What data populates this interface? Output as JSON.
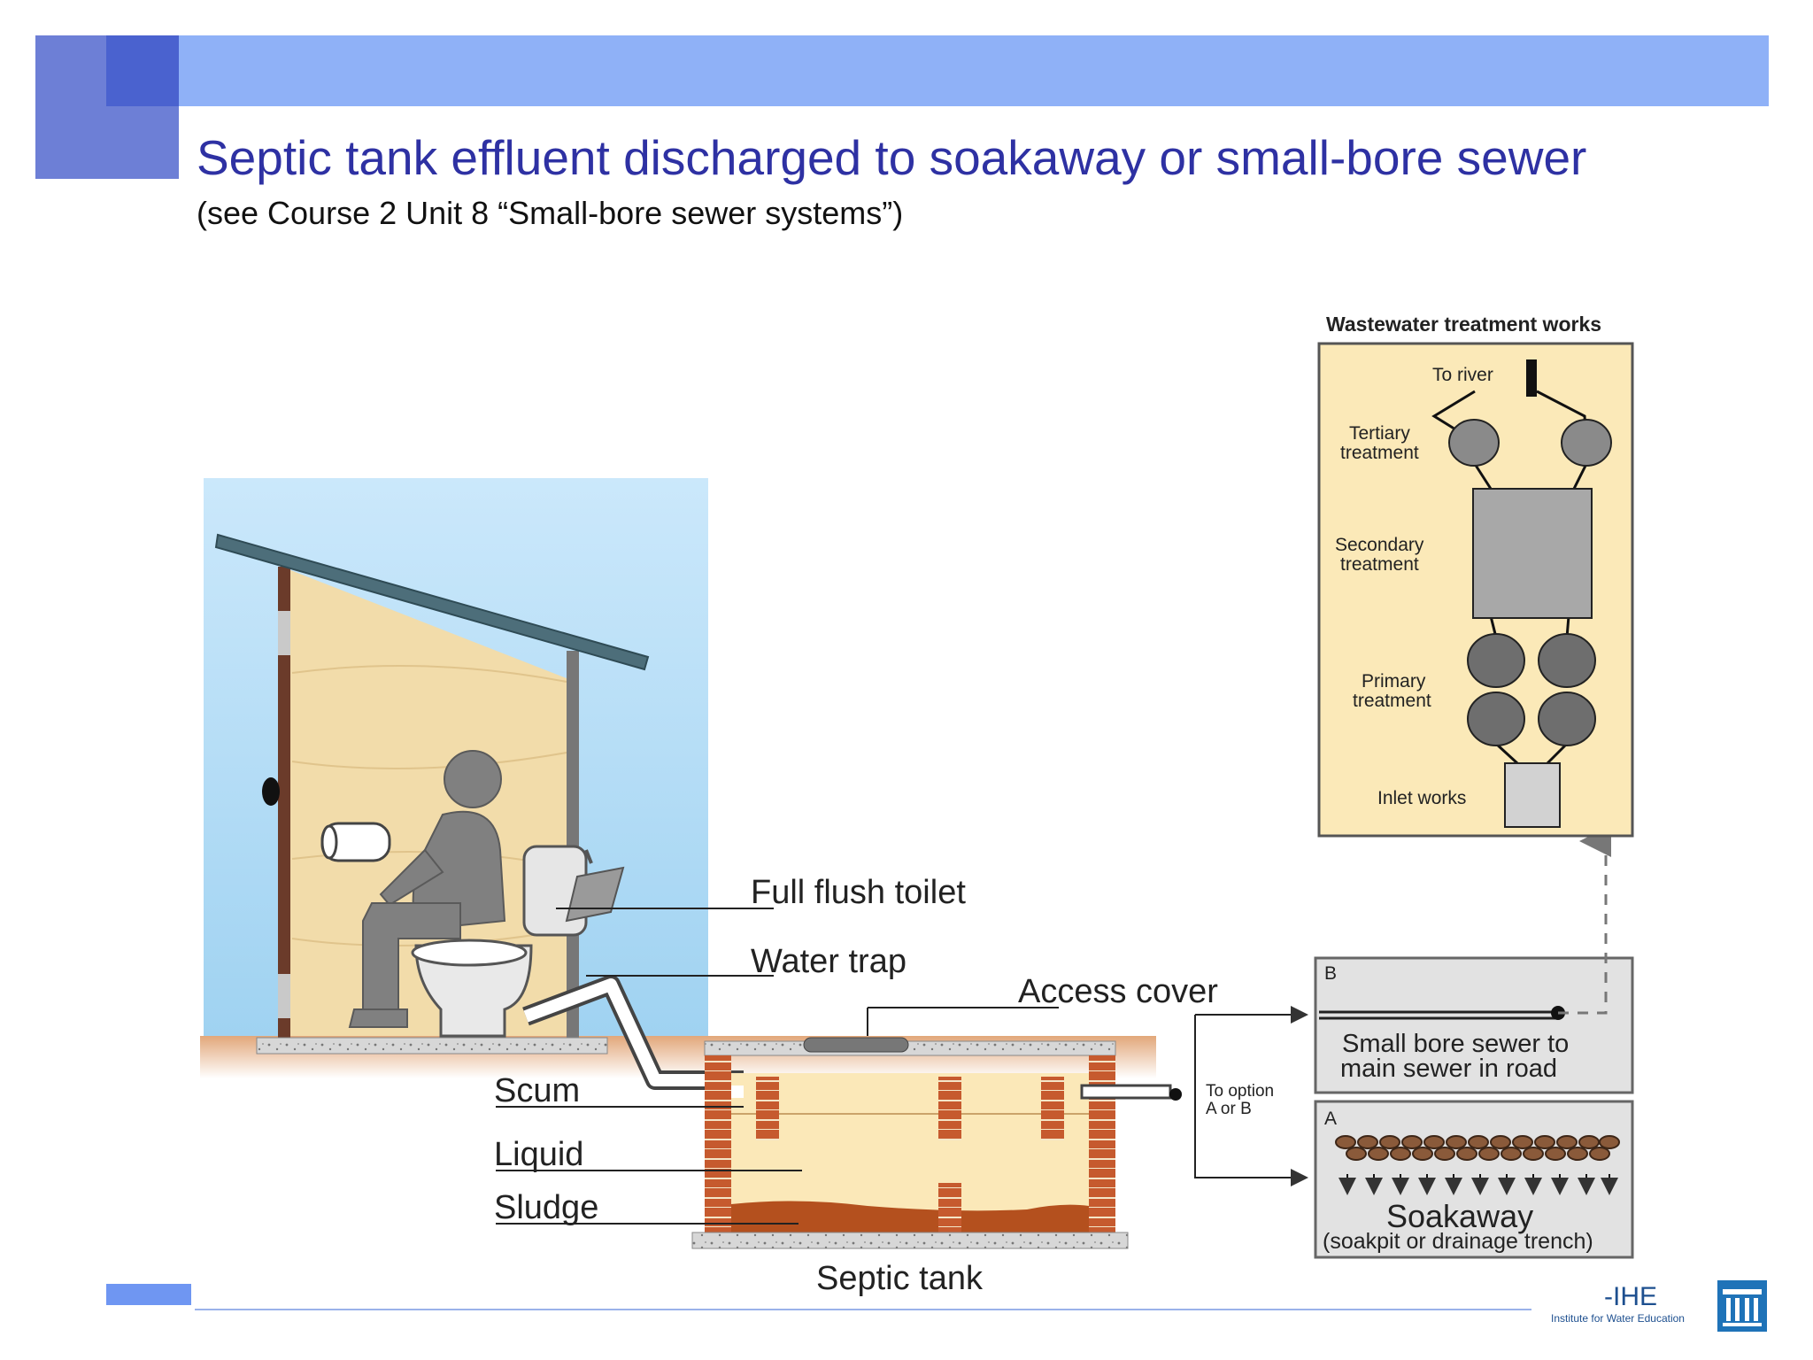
{
  "slide": {
    "title": "Septic tank effluent discharged to soakaway or small-bore sewer",
    "subtitle": "(see Course 2 Unit 8 “Small-bore sewer systems”)"
  },
  "diagram": {
    "labels": {
      "toilet": "Full flush toilet",
      "trap": "Water trap",
      "access": "Access cover",
      "scum": "Scum",
      "liquid": "Liquid",
      "sludge": "Sludge",
      "tank": "Septic tank",
      "to_option_1": "To option",
      "to_option_2": "A or B"
    },
    "wwtw": {
      "title": "Wastewater treatment works",
      "to_river": "To river",
      "tertiary_1": "Tertiary",
      "tertiary_2": "treatment",
      "secondary_1": "Secondary",
      "secondary_2": "treatment",
      "primary_1": "Primary",
      "primary_2": "treatment",
      "inlet": "Inlet works"
    },
    "option_b": {
      "letter": "B",
      "line1": "Small bore sewer to",
      "line2": "main sewer in road"
    },
    "option_a": {
      "letter": "A",
      "line1": "Soakaway",
      "line2": "(soakpit or drainage trench)"
    }
  },
  "footer": {
    "logo_text": "-IHE",
    "logo_sub": "Institute for Water Education"
  },
  "colors": {
    "title": "#2e31a3",
    "header_bar": "#8fb1f7",
    "sky": "#bfe3f7",
    "wall": "#f2dcaa",
    "ground": "#e8b88a",
    "sludge": "#b4501e",
    "brick": "#c0542a",
    "figure": "#808080",
    "panel": "#fbe9b8"
  }
}
